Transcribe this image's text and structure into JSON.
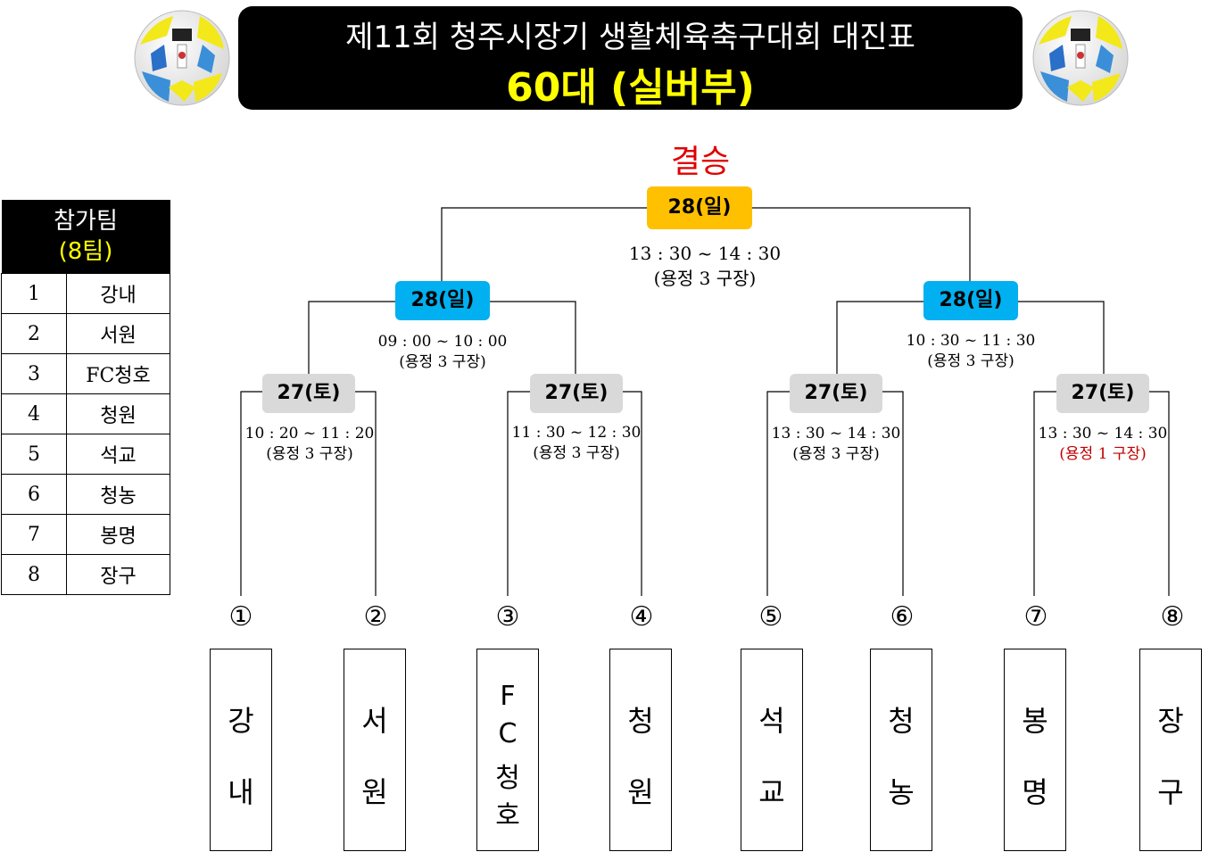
{
  "header": {
    "title": "제11회 청주시장기 생활체육축구대회 대진표",
    "subtitle": "60대 (실버부)"
  },
  "final_label": "결승",
  "participants_table": {
    "heading": "참가팀",
    "count": "(8팀)",
    "rows": [
      {
        "no": "1",
        "team": "강내"
      },
      {
        "no": "2",
        "team": "서원"
      },
      {
        "no": "3",
        "team": "FC청호"
      },
      {
        "no": "4",
        "team": "청원"
      },
      {
        "no": "5",
        "team": "석교"
      },
      {
        "no": "6",
        "team": "청농"
      },
      {
        "no": "7",
        "team": "봉명"
      },
      {
        "no": "8",
        "team": "장구"
      }
    ]
  },
  "matches": {
    "final": {
      "date": "28(일)",
      "time": "13 : 30 ~ 14 : 30",
      "venue": "(용정  3 구장)"
    },
    "semi1": {
      "date": "28(일)",
      "time": "09 : 00 ~ 10 : 00",
      "venue": "(용정 3 구장)"
    },
    "semi2": {
      "date": "28(일)",
      "time": "10 : 30 ~ 11 : 30",
      "venue": "(용정 3 구장)"
    },
    "qf1": {
      "date": "27(토)",
      "time": "10 : 20 ~ 11 : 20",
      "venue": "(용정  3 구장)"
    },
    "qf2": {
      "date": "27(토)",
      "time": "11 : 30 ~ 12 : 30",
      "venue": "(용정  3 구장)"
    },
    "qf3": {
      "date": "27(토)",
      "time": "13 : 30 ~ 14 : 30",
      "venue": "(용정  3 구장)"
    },
    "qf4": {
      "date": "27(토)",
      "time": "13 : 30 ~ 14 : 30",
      "venue": "(용정  1 구장)"
    }
  },
  "slots": [
    {
      "num": "①",
      "chars": [
        "강",
        "내"
      ]
    },
    {
      "num": "②",
      "chars": [
        "서",
        "원"
      ]
    },
    {
      "num": "③",
      "chars": [
        "F",
        "C",
        "청",
        "호"
      ]
    },
    {
      "num": "④",
      "chars": [
        "청",
        "원"
      ]
    },
    {
      "num": "⑤",
      "chars": [
        "석",
        "교"
      ]
    },
    {
      "num": "⑥",
      "chars": [
        "청",
        "농"
      ]
    },
    {
      "num": "⑦",
      "chars": [
        "봉",
        "명"
      ]
    },
    {
      "num": "⑧",
      "chars": [
        "장",
        "구"
      ]
    }
  ],
  "colors": {
    "final_box": "#ffc000",
    "semi_box": "#00b0f0",
    "qf_box": "#d9d9d9",
    "highlight_venue": "#c00000",
    "final_label": "#e00000",
    "subtitle": "#ffff00"
  },
  "icons": {
    "left_logo": "soccer-ball-icon",
    "right_logo": "soccer-ball-icon"
  }
}
